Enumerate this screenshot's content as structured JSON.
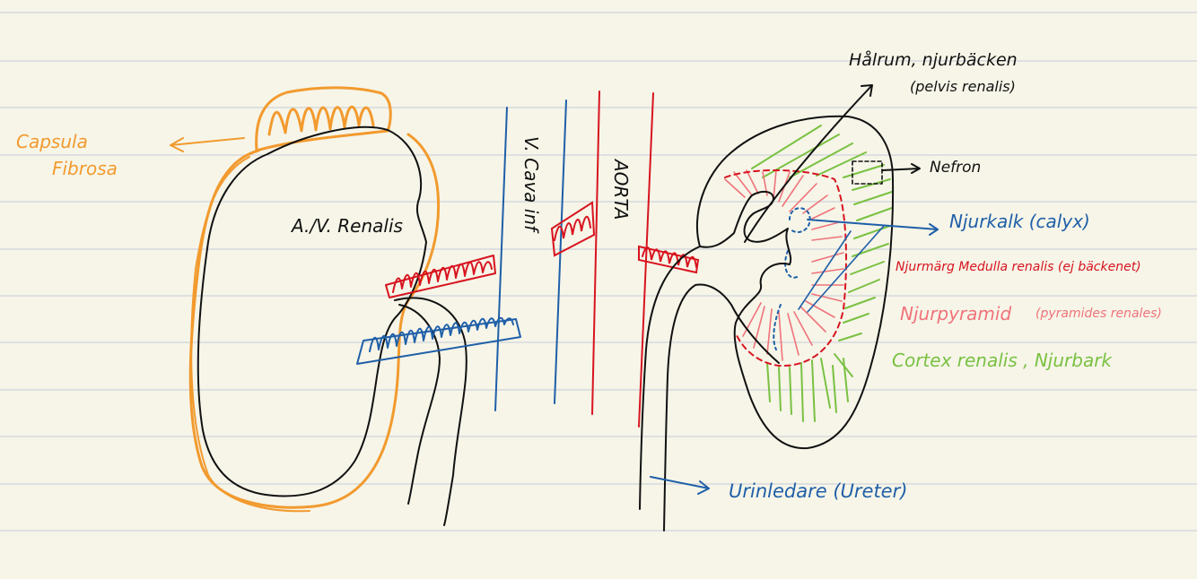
{
  "colors": {
    "paper": "#f6f5e8",
    "rule": "#cfd4da",
    "ink": "#111111",
    "orange": "#f29a2e",
    "blue": "#1f5fa8",
    "red": "#d8141f",
    "pink": "#f0737a",
    "green": "#7ac142"
  },
  "labels": {
    "capsula_1": "Capsula",
    "capsula_2": "Fibrosa",
    "av_renalis": "A./V. Renalis",
    "vena_cava": "V. Cava inf",
    "aorta": "AORTA",
    "halrum": "Hålrum, njurbäcken",
    "pelvis": "(pelvis renalis)",
    "nefron": "Nefron",
    "njurkalk": "Njurkalk (calyx)",
    "njurmarg": "Njurmärg Medulla renalis (ej bäckenet)",
    "njurpyramid": "Njurpyramid",
    "pyramides": "(pyramides renales)",
    "cortex": "Cortex renalis , Njurbark",
    "urinledare": "Urinledare (Ureter)"
  }
}
